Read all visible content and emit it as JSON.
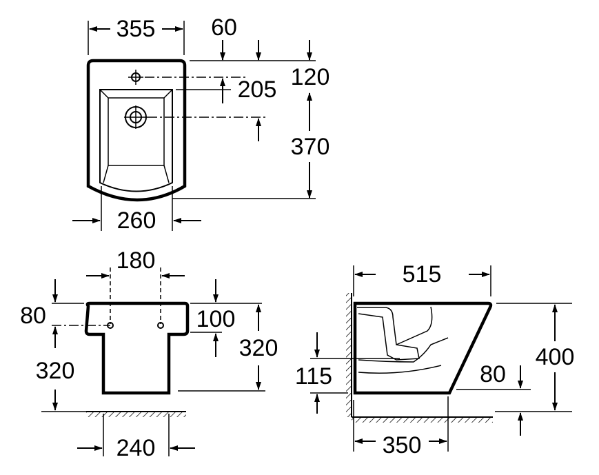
{
  "drawing": {
    "top_view": {
      "width_label": "355",
      "tap_offset_label": "60",
      "tap_depth_label": "120",
      "drain_offset_label": "205",
      "depth_label": "370",
      "bowl_width_label": "260"
    },
    "front_view": {
      "fixing_spacing_label": "180",
      "fixing_from_top_label": "80",
      "fixing_height_label": "320",
      "top_height_label": "100",
      "total_height_label": "320",
      "base_width_label": "240"
    },
    "side_view": {
      "length_label": "515",
      "outlet_height_label": "115",
      "offset_label": "80",
      "height_label": "400",
      "base_length_label": "350"
    }
  }
}
